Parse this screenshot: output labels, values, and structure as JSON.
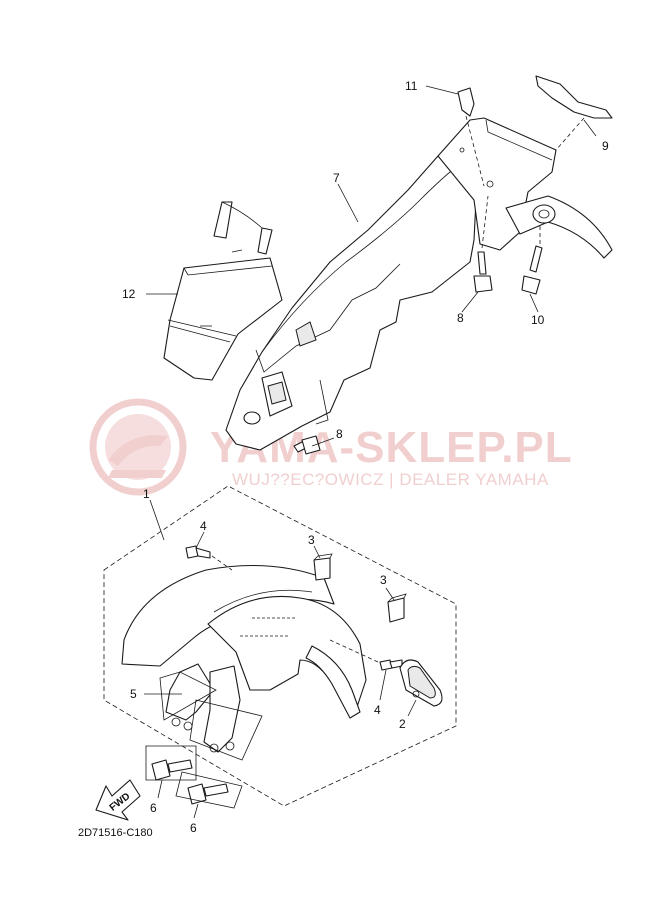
{
  "watermark": {
    "title": "YAMA-SKLEP.PL",
    "subtitle": "WUJ??EC?OWICZ | DEALER YAMAHA",
    "color": "#f1cfcf"
  },
  "diagram_code": "2D71516-C180",
  "fwd_label": "FWD",
  "callouts": {
    "c1": "1",
    "c2": "2",
    "c3a": "3",
    "c3b": "3",
    "c4a": "4",
    "c4b": "4",
    "c5": "5",
    "c6a": "6",
    "c6b": "6",
    "c7": "7",
    "c8a": "8",
    "c8b": "8",
    "c9": "9",
    "c10": "10",
    "c11": "11",
    "c12": "12"
  }
}
